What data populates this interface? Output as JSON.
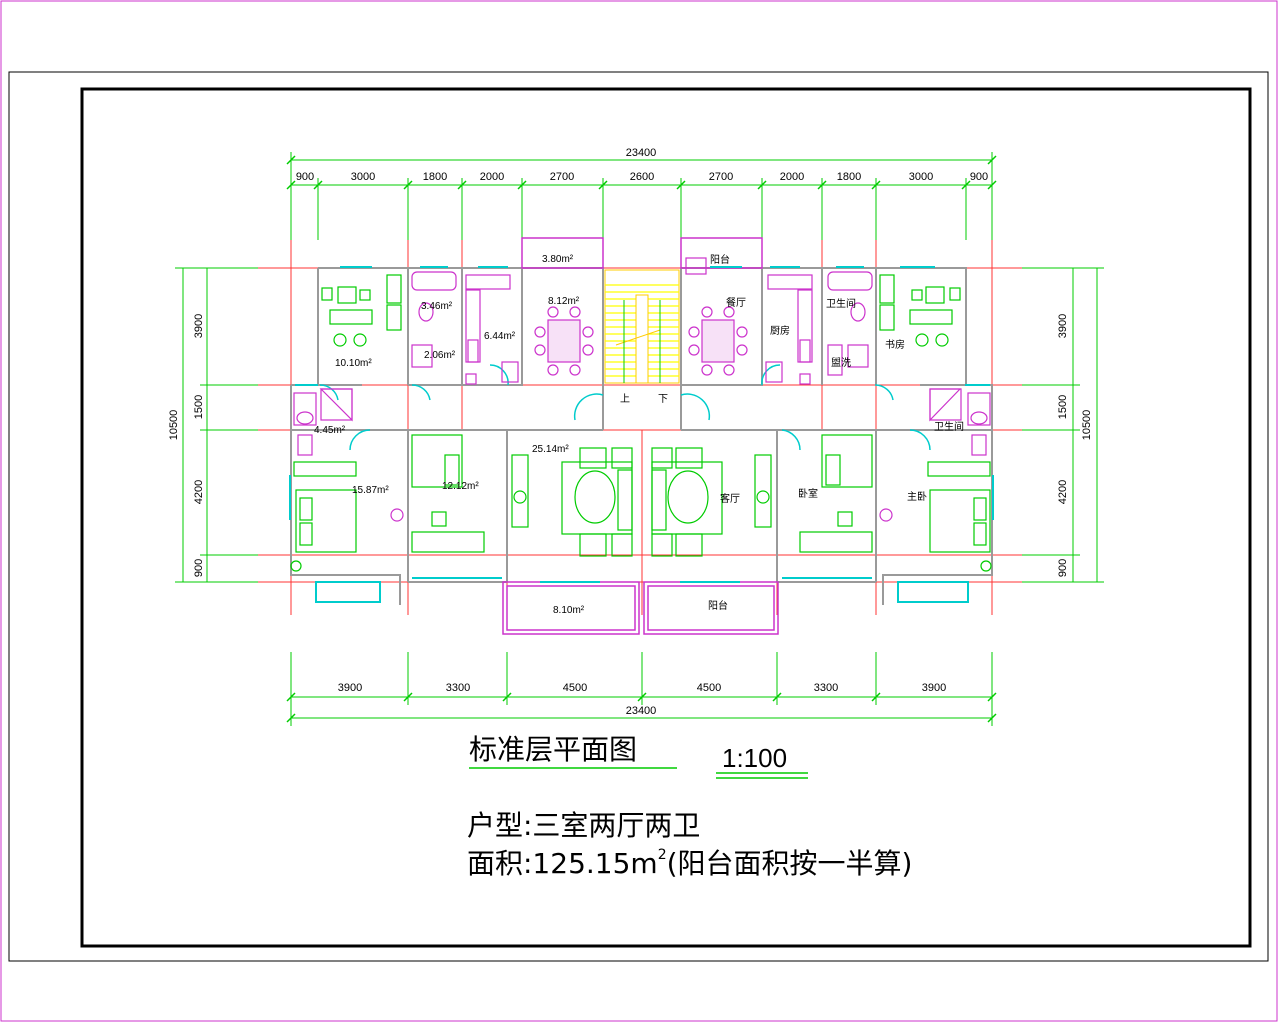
{
  "drawing": {
    "title": "标准层平面图",
    "scale": "1:100",
    "unit_type": "户型:三室两厅两卫",
    "area_label": "面积:125.15m",
    "area_sup": "2",
    "area_note": "(阳台面积按一半算)"
  },
  "dimensions": {
    "top_total": "23400",
    "top_segments": [
      "900",
      "3000",
      "1800",
      "2000",
      "2700",
      "2600",
      "2700",
      "2000",
      "1800",
      "3000",
      "900"
    ],
    "bottom_segments": [
      "3900",
      "3300",
      "4500",
      "4500",
      "3300",
      "3900"
    ],
    "bottom_total": "23400",
    "left_total": "10500",
    "left_segments": [
      "3900",
      "1500",
      "4200",
      "900"
    ],
    "right_total": "10500",
    "right_segments": [
      "3900",
      "1500",
      "4200",
      "900"
    ]
  },
  "rooms": {
    "balcony_n_area": "3.80m²",
    "balcony_n_label": "阳台",
    "bath_area": "3.46m²",
    "kitchen_area": "6.44m²",
    "dining_area": "8.12m²",
    "dining_label": "餐厅",
    "kitchen_label": "厨房",
    "bath_label": "卫生间",
    "study_area": "10.10m²",
    "study_label": "书房",
    "laundry_area": "2.06m²",
    "laundry_label": "盥洗",
    "stair_up": "上",
    "stair_down": "下",
    "bath2_area": "4.45m²",
    "bath2_label": "卫生间",
    "master_area": "15.87m²",
    "master_label": "主卧",
    "bedroom_area": "12.12m²",
    "bedroom_label": "卧室",
    "living_area": "25.14m²",
    "living_label": "客厅",
    "balcony_s_area": "8.10m²",
    "balcony_s_label": "阳台"
  }
}
